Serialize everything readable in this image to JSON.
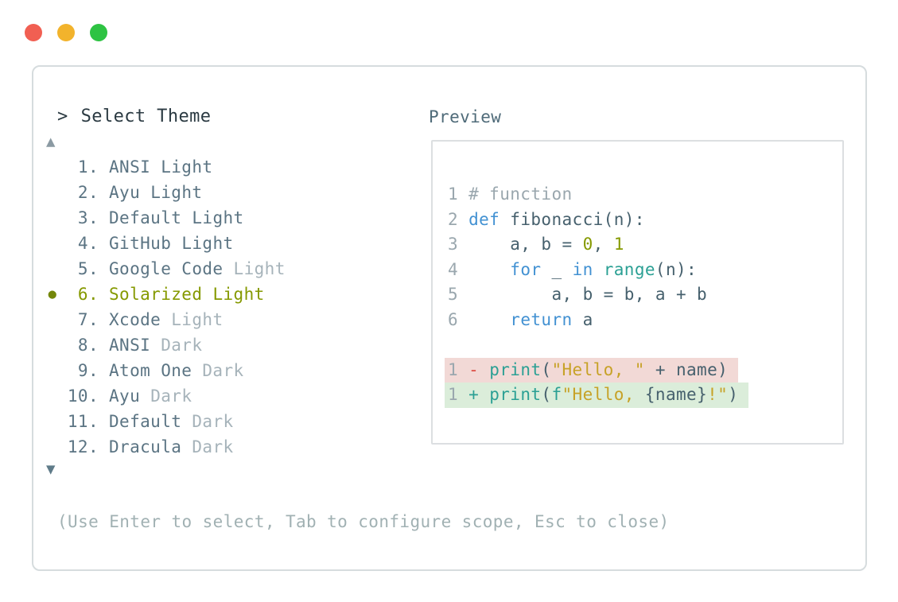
{
  "window": {
    "traffic_lights": [
      {
        "name": "close",
        "color": "#f15f52"
      },
      {
        "name": "minimize",
        "color": "#f2b32c"
      },
      {
        "name": "zoom",
        "color": "#2ec343"
      }
    ]
  },
  "panel": {
    "prompt_symbol": ">",
    "title": "Select Theme",
    "scroll_up_indicator": "▲",
    "scroll_down_indicator": "▼",
    "footer_hint": "(Use Enter to select, Tab to configure scope, Esc to close)"
  },
  "theme_list": {
    "selection_marker": "●",
    "selected_number": "6",
    "items": [
      {
        "number": "1",
        "name": "ANSI",
        "variant": "Light",
        "variant_dim": false,
        "selected": false
      },
      {
        "number": "2",
        "name": "Ayu",
        "variant": "Light",
        "variant_dim": false,
        "selected": false
      },
      {
        "number": "3",
        "name": "Default",
        "variant": "Light",
        "variant_dim": false,
        "selected": false
      },
      {
        "number": "4",
        "name": "GitHub",
        "variant": "Light",
        "variant_dim": false,
        "selected": false
      },
      {
        "number": "5",
        "name": "Google Code",
        "variant": "Light",
        "variant_dim": true,
        "selected": false
      },
      {
        "number": "6",
        "name": "Solarized",
        "variant": "Light",
        "variant_dim": false,
        "selected": true
      },
      {
        "number": "7",
        "name": "Xcode",
        "variant": "Light",
        "variant_dim": true,
        "selected": false
      },
      {
        "number": "8",
        "name": "ANSI",
        "variant": "Dark",
        "variant_dim": true,
        "selected": false
      },
      {
        "number": "9",
        "name": "Atom One",
        "variant": "Dark",
        "variant_dim": true,
        "selected": false
      },
      {
        "number": "10",
        "name": "Ayu",
        "variant": "Dark",
        "variant_dim": true,
        "selected": false
      },
      {
        "number": "11",
        "name": "Default",
        "variant": "Dark",
        "variant_dim": true,
        "selected": false
      },
      {
        "number": "12",
        "name": "Dracula",
        "variant": "Dark",
        "variant_dim": true,
        "selected": false
      }
    ]
  },
  "preview": {
    "label": "Preview",
    "code_lines": [
      {
        "diff": null,
        "tokens": [
          [
            "num",
            "1 "
          ],
          [
            "comment",
            "# function"
          ]
        ]
      },
      {
        "diff": null,
        "tokens": [
          [
            "num",
            "2 "
          ],
          [
            "kw",
            "def"
          ],
          [
            "plain",
            " fibonacci(n):"
          ]
        ]
      },
      {
        "diff": null,
        "tokens": [
          [
            "num",
            "3 "
          ],
          [
            "plain",
            "    a, b = "
          ],
          [
            "numlit",
            "0"
          ],
          [
            "plain",
            ", "
          ],
          [
            "numlit",
            "1"
          ]
        ]
      },
      {
        "diff": null,
        "tokens": [
          [
            "num",
            "4 "
          ],
          [
            "plain",
            "    "
          ],
          [
            "kw",
            "for"
          ],
          [
            "plain",
            " _ "
          ],
          [
            "kw",
            "in"
          ],
          [
            "plain",
            " "
          ],
          [
            "fn",
            "range"
          ],
          [
            "plain",
            "(n):"
          ]
        ]
      },
      {
        "diff": null,
        "tokens": [
          [
            "num",
            "5 "
          ],
          [
            "plain",
            "        a, b = b, a + b"
          ]
        ]
      },
      {
        "diff": null,
        "tokens": [
          [
            "num",
            "6 "
          ],
          [
            "plain",
            "    "
          ],
          [
            "kw",
            "return"
          ],
          [
            "plain",
            " a"
          ]
        ]
      },
      {
        "diff": null,
        "tokens": []
      },
      {
        "diff": "removed",
        "tokens": [
          [
            "num",
            "1 "
          ],
          [
            "minus",
            "- "
          ],
          [
            "fn",
            "print"
          ],
          [
            "plain",
            "("
          ],
          [
            "str",
            "\"Hello, \""
          ],
          [
            "plain",
            " + name)"
          ]
        ]
      },
      {
        "diff": "added",
        "tokens": [
          [
            "num",
            "1 "
          ],
          [
            "plus",
            "+ "
          ],
          [
            "fn",
            "print"
          ],
          [
            "plain",
            "("
          ],
          [
            "fn",
            "f"
          ],
          [
            "str",
            "\"Hello, "
          ],
          [
            "plain",
            "{name}"
          ],
          [
            "str",
            "!\""
          ],
          [
            "plain",
            ")"
          ]
        ]
      }
    ]
  },
  "colors": {
    "tl-red": "#f15f52",
    "tl-yellow": "#f2b32c",
    "tl-green": "#2ec343",
    "panel-border": "#d6dcde",
    "box-border": "#dcdfe1",
    "header": "#2b3a42",
    "label": "#4f6b79",
    "arrow-up": "#8b9aa3",
    "arrow-down": "#5f7b89",
    "item": "#5b7483",
    "item-dim": "#a6b3ba",
    "selected": "#859900",
    "selected-marker": "#74870a",
    "footer": "#a1b1b3",
    "c-num": "#9aa7ae",
    "c-comment": "#9aa7ae",
    "c-kw": "#4291d2",
    "c-fn": "#2ba094",
    "c-numlit": "#859900",
    "c-str": "#c7a227",
    "c-plain": "#46606d",
    "c-minus": "#dc4a41",
    "c-plus": "#2ba094",
    "removed-bg": "#f2d9d6",
    "added-bg": "#dbedda"
  }
}
